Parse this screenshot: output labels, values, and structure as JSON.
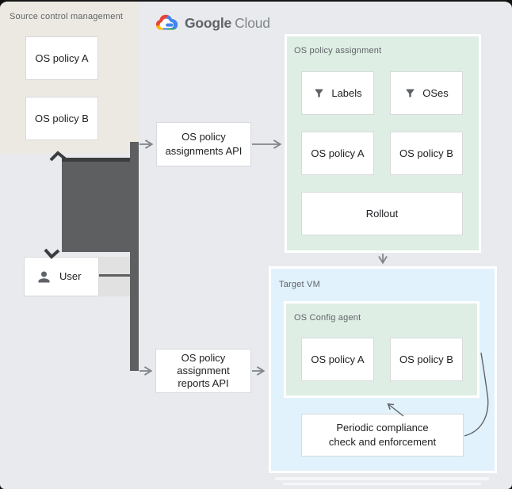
{
  "logo": {
    "icon": "google-cloud-logo-icon",
    "primary": "Google",
    "secondary": "Cloud"
  },
  "source_control": {
    "title": "Source control management",
    "policies": [
      "OS policy A",
      "OS policy B"
    ]
  },
  "user": {
    "icon": "person-icon",
    "label": "User"
  },
  "apis": {
    "assignments_label": "OS policy\nassignments API",
    "reports_label": "OS policy\nassignment\nreports API"
  },
  "policy_assignment": {
    "title": "OS policy assignment",
    "filters": [
      {
        "icon": "filter-icon",
        "label": "Labels"
      },
      {
        "icon": "filter-icon",
        "label": "OSes"
      }
    ],
    "policies": [
      "OS policy A",
      "OS policy B"
    ],
    "rollout_label": "Rollout"
  },
  "target_vm": {
    "title": "Target VM",
    "os_config_agent": {
      "title": "OS Config agent",
      "policies": [
        "OS policy A",
        "OS policy B"
      ]
    },
    "periodic_label": "Periodic compliance\ncheck and enforcement"
  },
  "colors": {
    "background": "#E8EAED",
    "source_panel_bg": "#ECE9E2",
    "green_panel_bg": "#DFEEE5",
    "blue_panel_bg": "#E1F2FC",
    "connector_dark": "#5D5F61",
    "arrow_gray": "#80868B",
    "logo_blue": "#4285F4",
    "logo_red": "#EA4335",
    "logo_yellow": "#FBBC04",
    "logo_green": "#34A853"
  }
}
